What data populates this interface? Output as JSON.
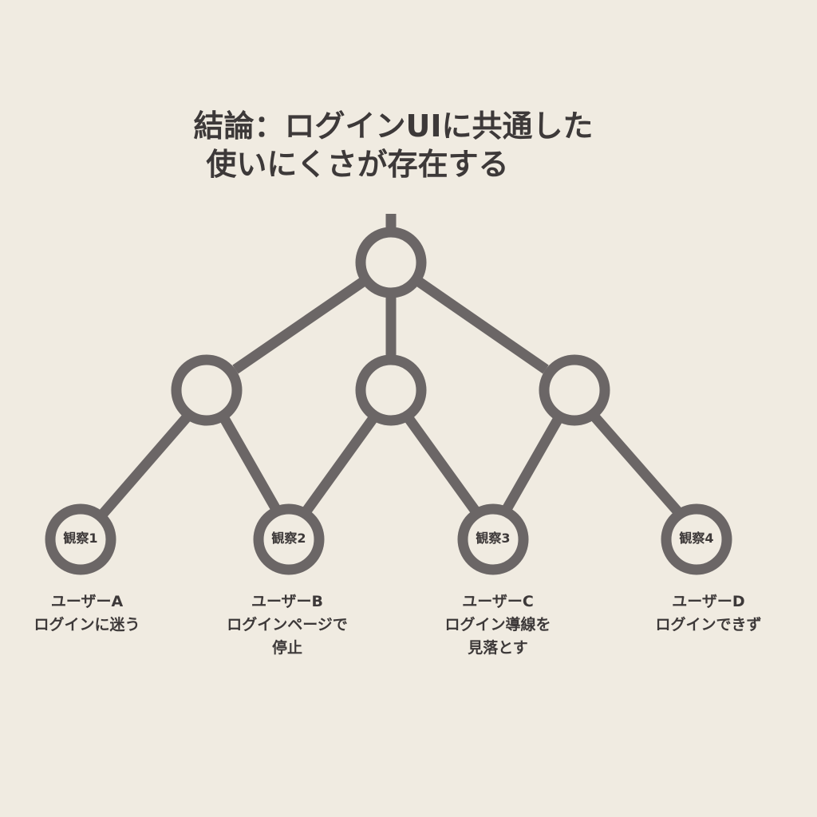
{
  "title": {
    "line1": "結論：ログインUIに共通した",
    "line2": "使いにくさが存在する"
  },
  "observations": [
    {
      "label": "観察1",
      "user": "ユーザーA",
      "desc_line1": "ログインに迷う",
      "desc_line2": ""
    },
    {
      "label": "観察2",
      "user": "ユーザーB",
      "desc_line1": "ログインページで",
      "desc_line2": "停止"
    },
    {
      "label": "観察3",
      "user": "ユーザーC",
      "desc_line1": "ログイン導線を",
      "desc_line2": "見落とす"
    },
    {
      "label": "観察4",
      "user": "ユーザーD",
      "desc_line1": "ログインできず",
      "desc_line2": ""
    }
  ],
  "colors": {
    "background": "#f0ebe1",
    "stroke": "#6b6666",
    "text": "#3d3939"
  }
}
